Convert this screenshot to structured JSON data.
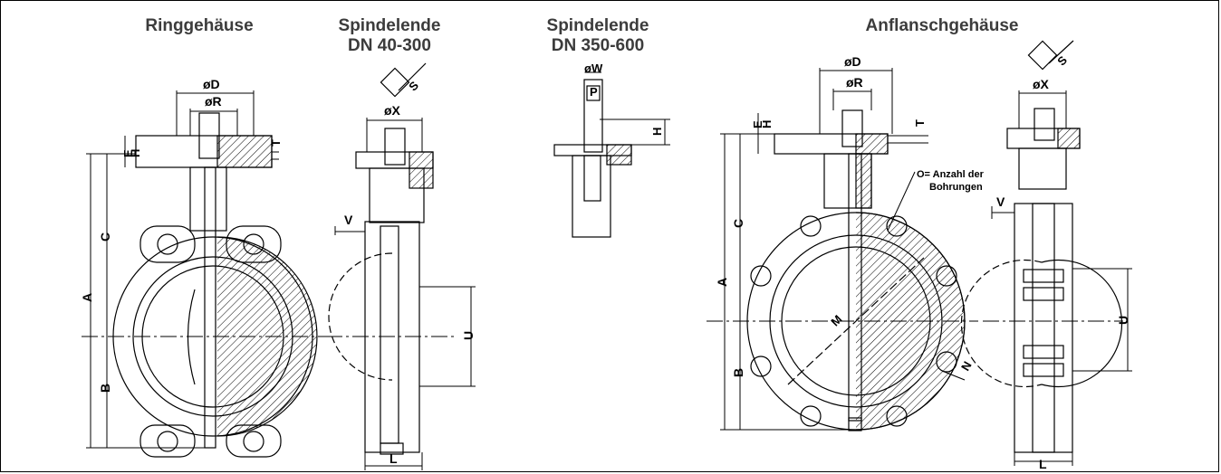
{
  "headings": {
    "ring": "Ringgehäuse",
    "spindle1_line1": "Spindelende",
    "spindle1_line2": "DN 40-300",
    "spindle2_line1": "Spindelende",
    "spindle2_line2": "DN 350-600",
    "flange": "Anflanschgehäuse"
  },
  "labels": {
    "D": "øD",
    "R": "øR",
    "X": "øX",
    "W": "øW",
    "E": "E",
    "H": "H",
    "T": "T",
    "P": "P",
    "A": "A",
    "B": "B",
    "C": "C",
    "L": "L",
    "U": "U",
    "V": "V",
    "S": "S",
    "M": "M",
    "N": "N",
    "holes": "O= Anzahl der",
    "holes2": "Bohrungen"
  },
  "colors": {
    "line": "#000000",
    "text": "#3c3c3c",
    "hatch": "#000000"
  }
}
